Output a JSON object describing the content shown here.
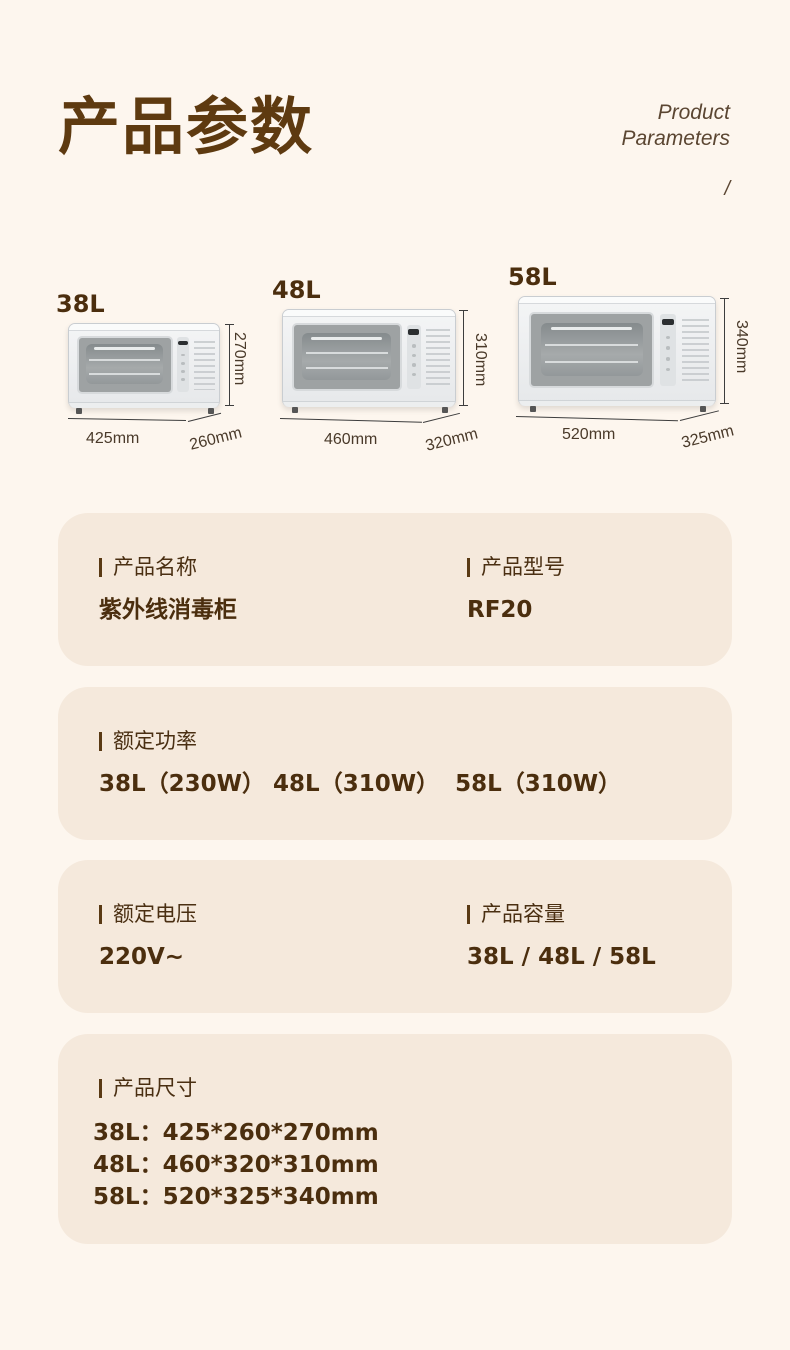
{
  "header": {
    "title_cn": "产品参数",
    "title_en_line1": "Product",
    "title_en_line2": "Parameters",
    "slash": "/"
  },
  "models": [
    {
      "capacity": "38L",
      "width": "425mm",
      "depth": "260mm",
      "height": "270mm"
    },
    {
      "capacity": "48L",
      "width": "460mm",
      "depth": "320mm",
      "height": "310mm"
    },
    {
      "capacity": "58L",
      "width": "520mm",
      "depth": "325mm",
      "height": "340mm"
    }
  ],
  "specs": {
    "name_label": "产品名称",
    "name_value": "紫外线消毒柜",
    "model_label": "产品型号",
    "model_value": "RF20",
    "power_label": "额定功率",
    "power_value": "38L（230W） 48L（310W）  58L（310W）",
    "voltage_label": "额定电压",
    "voltage_value": "220V~",
    "capacity_label": "产品容量",
    "capacity_value": "38L / 48L / 58L",
    "size_label": "产品尺寸",
    "size_values": [
      "38L：425*260*270mm",
      "48L：460*320*310mm",
      "58L：520*325*340mm"
    ]
  },
  "colors": {
    "background": "#fdf6ee",
    "card": "#f5e9dc",
    "title": "#5e3a10",
    "text": "#4b2e0e"
  }
}
